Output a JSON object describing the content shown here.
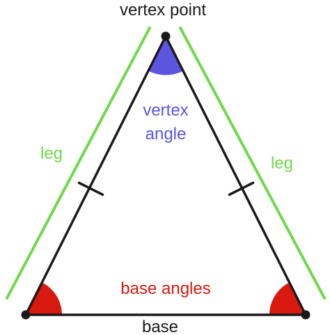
{
  "labels": {
    "vertex_point": "vertex point",
    "vertex_angle_line1": "vertex",
    "vertex_angle_line2": "angle",
    "leg_left": "leg",
    "leg_right": "leg",
    "base_angles": "base angles",
    "base": "base"
  },
  "colors": {
    "triangle": "#1a1a1a",
    "leg": "#6fd94a",
    "vertex_angle": "#5b55e0",
    "base_angles": "#d7190f",
    "text": "#1a1a1a"
  }
}
